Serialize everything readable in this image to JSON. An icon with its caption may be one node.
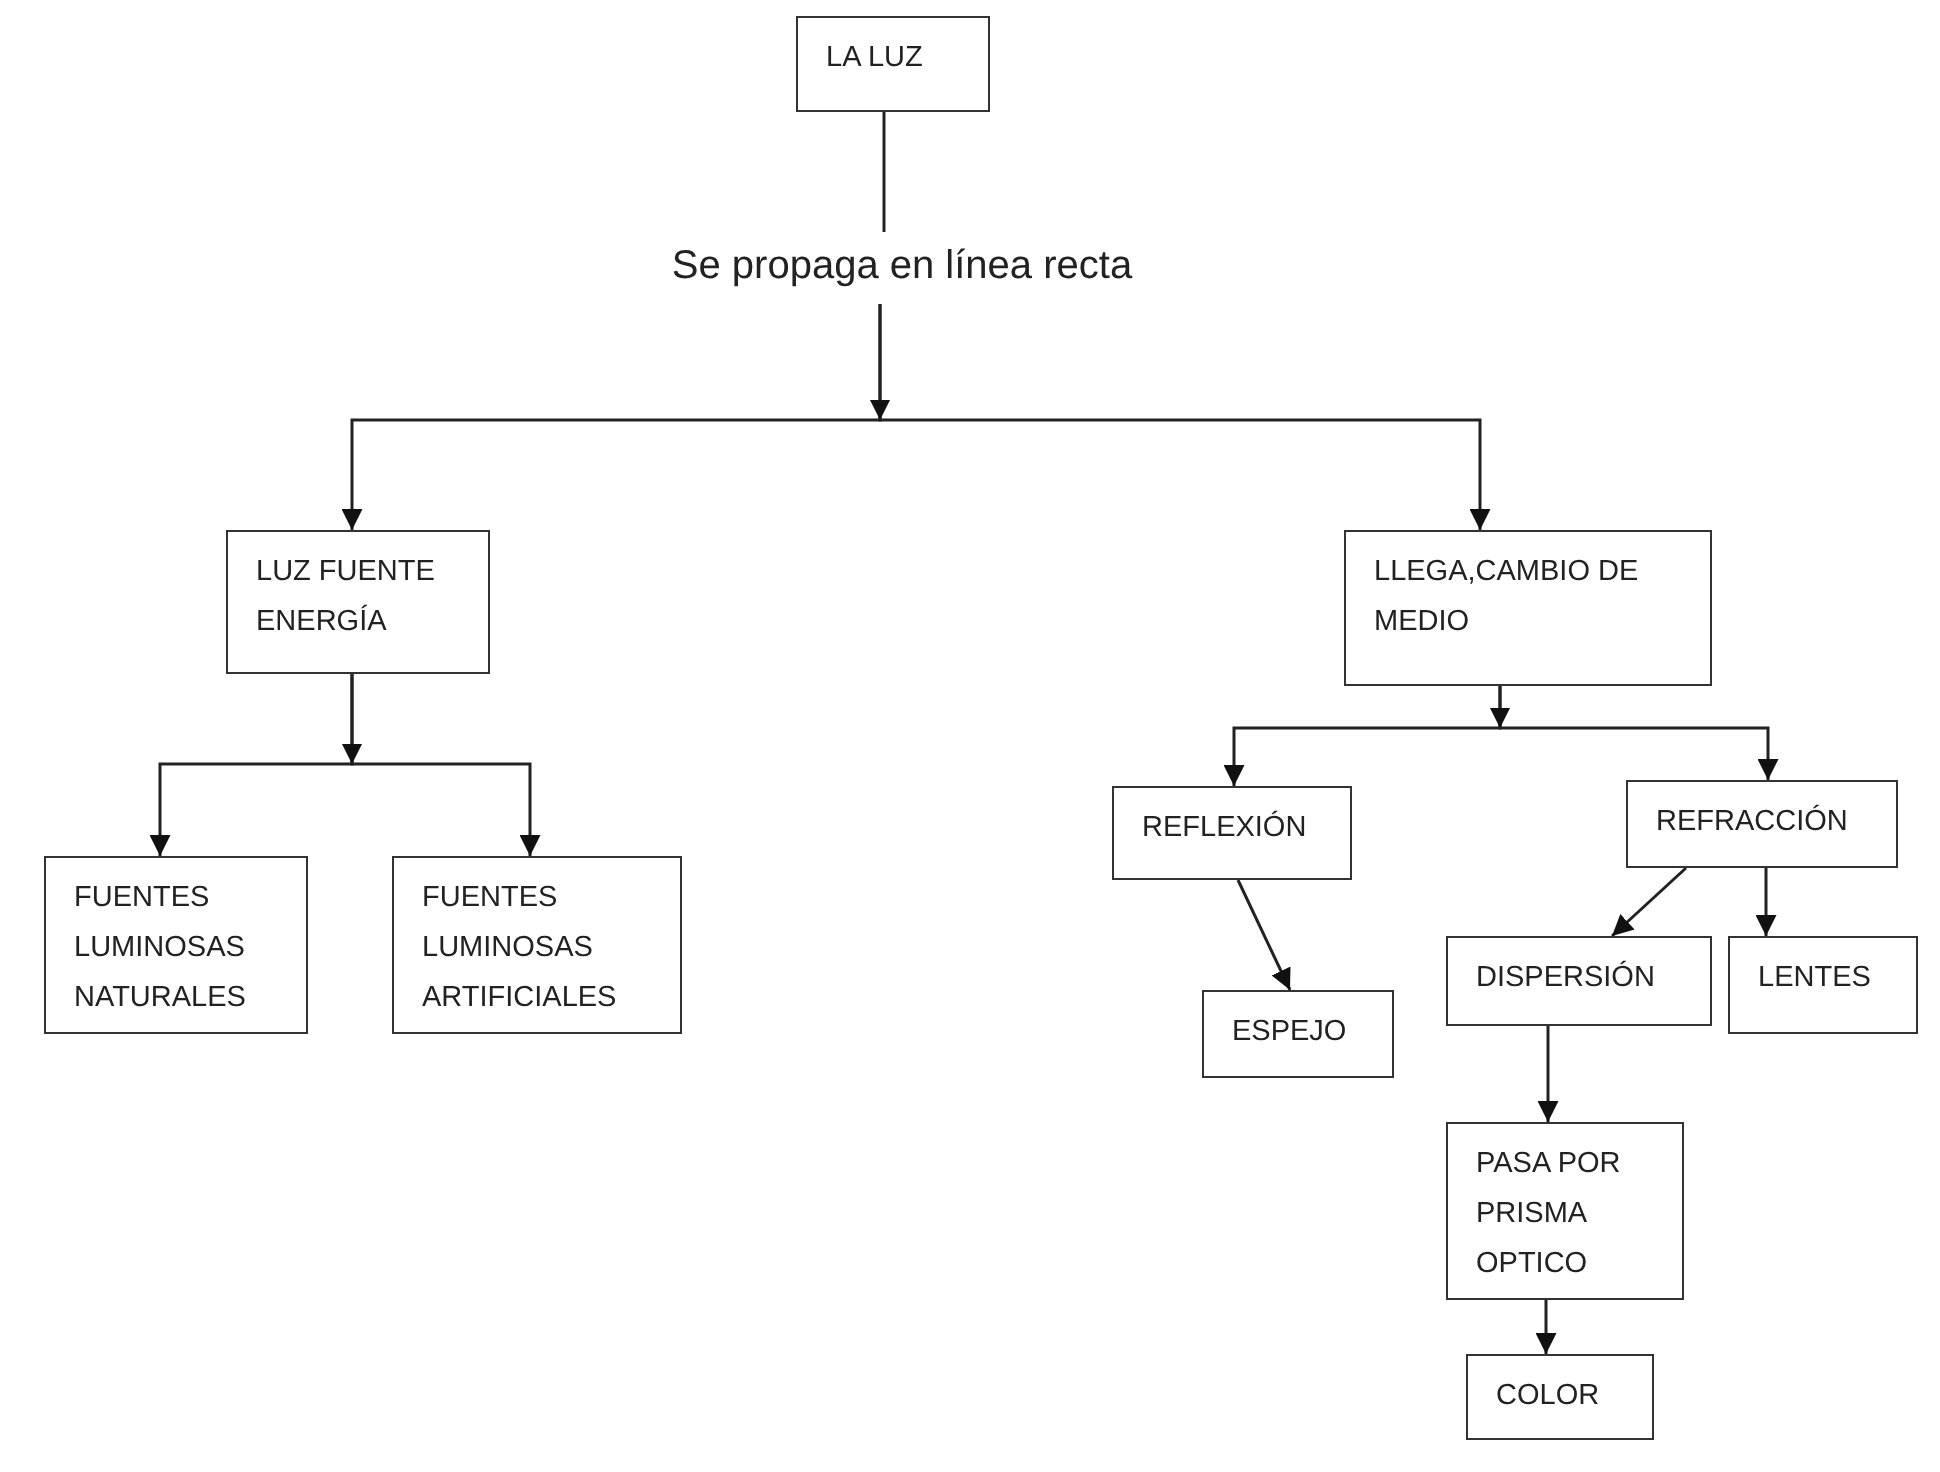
{
  "diagram": {
    "nodes": [
      {
        "text": [
          "LA LUZ"
        ]
      },
      {
        "text": [
          "Se propaga en línea recta"
        ]
      },
      {
        "text": [
          "LUZ FUENTE ENERGÍA"
        ]
      },
      {
        "text": [
          "LLEGA,CAMBIO DE MEDIO"
        ]
      },
      {
        "text": [
          "FUENTES LUMINOSAS NATURALES"
        ]
      },
      {
        "text": [
          "FUENTES LUMINOSAS ARTIFICIALES"
        ]
      },
      {
        "text": [
          "REFLEXIÓN"
        ]
      },
      {
        "text": [
          "REFRACCIÓN"
        ]
      },
      {
        "text": [
          "ESPEJO"
        ]
      },
      {
        "text": [
          "DISPERSIÓN"
        ]
      },
      {
        "text": [
          "LENTES"
        ]
      },
      {
        "text": [
          "PASA POR PRISMA OPTICO"
        ]
      },
      {
        "text": [
          "COLOR"
        ]
      }
    ],
    "edges": [
      {
        "from": 0,
        "to": 1,
        "arrow": "none"
      },
      {
        "from": 1,
        "to": 2,
        "arrow": "to"
      },
      {
        "from": 1,
        "to": 3,
        "arrow": "to"
      },
      {
        "from": 2,
        "to": 4,
        "arrow": "to"
      },
      {
        "from": 2,
        "to": 5,
        "arrow": "to"
      },
      {
        "from": 3,
        "to": 6,
        "arrow": "to"
      },
      {
        "from": 3,
        "to": 7,
        "arrow": "to"
      },
      {
        "from": 6,
        "to": 8,
        "arrow": "to"
      },
      {
        "from": 7,
        "to": 9,
        "arrow": "to"
      },
      {
        "from": 7,
        "to": 10,
        "arrow": "to"
      },
      {
        "from": 9,
        "to": 11,
        "arrow": "to"
      },
      {
        "from": 11,
        "to": 12,
        "arrow": "to"
      }
    ]
  }
}
